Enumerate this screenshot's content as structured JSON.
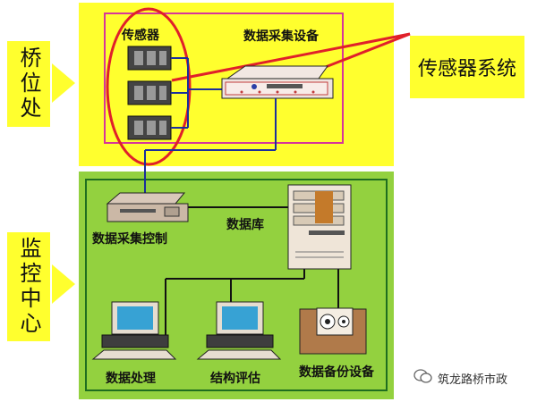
{
  "zones": {
    "bridge_label": "桥位处",
    "monitor_label": "监控中心"
  },
  "sensor_system": {
    "sensor_label": "传感器",
    "daq_label": "数据采集设备",
    "callout_text": "传感器系统"
  },
  "monitoring_center": {
    "daq_control_label": "数据采集控制",
    "database_label": "数据库",
    "processing_label": "数据处理",
    "evaluation_label": "结构评估",
    "backup_label": "数据备份设备"
  },
  "watermark": {
    "text": "筑龙路桥市政"
  },
  "colors": {
    "zone_yellow": "#ffff2e",
    "zone_green": "#93d13f",
    "sensor_box_border": "#d6369a",
    "highlight_red": "#e0202a",
    "link_blue": "#1b2f9c"
  }
}
